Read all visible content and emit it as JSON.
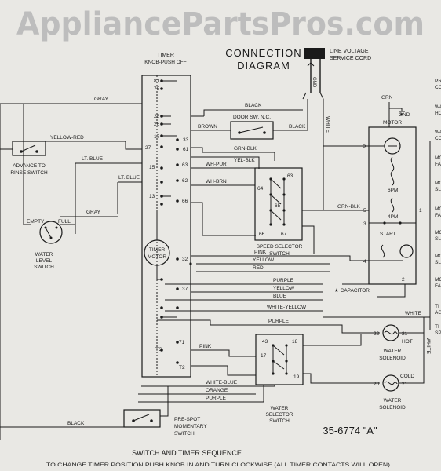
{
  "watermark": "AppliancePartsPros.com",
  "header": {
    "title_line1": "CONNECTION",
    "title_line2": "DIAGRAM",
    "line_voltage_line1": "LINE VOLTAGE",
    "line_voltage_line2": "SERVICE CORD",
    "gnd": "GND"
  },
  "timer": {
    "label_line1": "TIMER",
    "label_line2": "KNOB-PUSH OFF",
    "motor_line1": "TIMER",
    "motor_line2": "MOTOR",
    "terminals_left": [
      "81",
      "75",
      "28",
      "26",
      "17",
      "27",
      "15",
      "13",
      "TO",
      "T2"
    ],
    "terminals_right": [
      "33",
      "61",
      "63",
      "62",
      "66",
      "32",
      "37",
      "71",
      "T2"
    ]
  },
  "wires": {
    "gray": "GRAY",
    "black": "BLACK",
    "brown": "BROWN",
    "white": "WHITE",
    "yellow_red": "YELLOW-RED",
    "lt_blue": "LT. BLUE",
    "grn_blk": "GRN-BLK",
    "yel_blk": "YEL-BLK",
    "wh_pur": "WH-PUR",
    "wh_brn": "WH-BRN",
    "pink": "PINK",
    "yellow": "YELLOW",
    "red": "RED",
    "purple": "PURPLE",
    "blue": "BLUE",
    "white_yellow": "WHITE-YELLOW",
    "white_blue": "WHITE-BLUE",
    "orange": "ORANGE",
    "grn": "GRN"
  },
  "components": {
    "door_switch": "DOOR SW. N.C.",
    "advance_line1": "ADVANCE TO",
    "advance_line2": "RINSE SWITCH",
    "water_level_line1": "WATER",
    "water_level_line2": "LEVEL",
    "water_level_line3": "SWITCH",
    "empty": "EMPTY",
    "full": "FULL",
    "speed_selector_line1": "SPEED SELECTOR",
    "speed_selector_line2": "SWITCH",
    "water_selector_line1": "WATER",
    "water_selector_line2": "SELECTOR",
    "water_selector_line3": "SWITCH",
    "prespot_line1": "PRE-SPOT",
    "prespot_line2": "MOMENTARY",
    "prespot_line3": "SWITCH",
    "motor": "MOTOR",
    "start": "START",
    "capacitor": "★ CAPACITOR",
    "hot": "HOT",
    "cold": "COLD",
    "water_solenoid_line1": "WATER",
    "water_solenoid_line2": "SOLENOID",
    "six_pm": "6PM",
    "four_pm": "4PM",
    "speed_switch_terminals": [
      "63",
      "64",
      "65",
      "66",
      "67"
    ],
    "water_switch_terminals": [
      "43",
      "18",
      "17",
      "19"
    ]
  },
  "footer": {
    "part_number": "35-6774 \"A\"",
    "section_title": "SWITCH AND TIMER SEQUENCE",
    "instruction": "TO CHANGE TIMER POSITION PUSH KNOB IN AND TURN CLOCKWISE (ALL TIMER CONTACTS WILL OPEN)"
  },
  "right_edge_fragments": [
    "PR",
    "CO",
    "WA",
    "HO",
    "WA",
    "CO",
    "MO",
    "FA",
    "MO",
    "SL",
    "MO",
    "FA",
    "MO",
    "SL",
    "MO",
    "SL",
    "MO",
    "FA",
    "TI",
    "AG",
    "TI",
    "SP"
  ]
}
